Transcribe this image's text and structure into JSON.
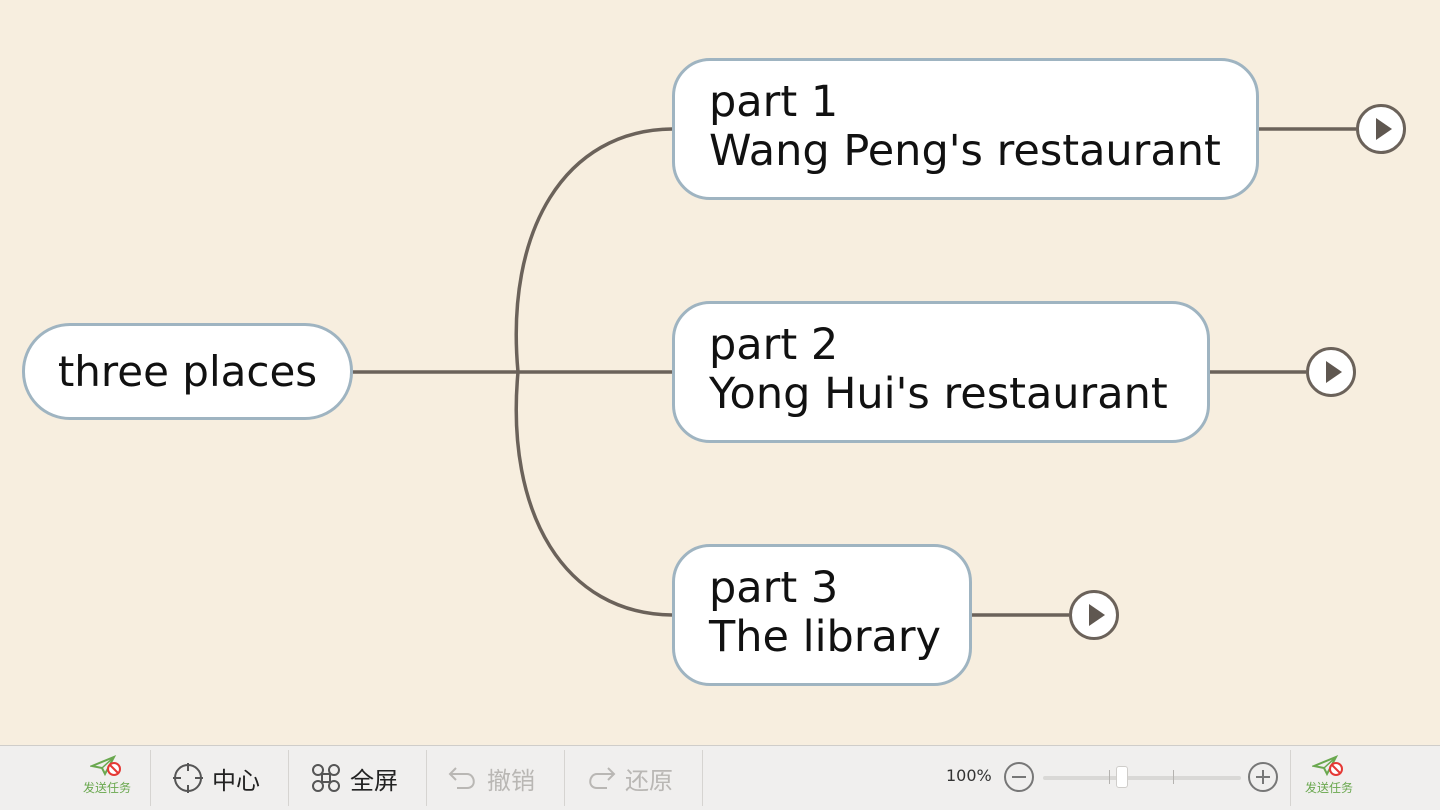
{
  "mindmap": {
    "root": {
      "label": "three places"
    },
    "topics": [
      {
        "line1": "part 1",
        "line2": "Wang Peng's restaurant"
      },
      {
        "line1": "part 2",
        "line2": "Yong Hui's restaurant"
      },
      {
        "line1": "part 3",
        "line2": "The library"
      }
    ]
  },
  "toolbar": {
    "send_task_label": "发送任务",
    "center_label": "中心",
    "fullscreen_label": "全屏",
    "undo_label": "撤销",
    "redo_label": "还原",
    "zoom_level": "100%",
    "zoom_fraction": 0.4
  },
  "icons": {
    "send_task": "paper-plane-prohibited-icon",
    "center": "crosshair-icon",
    "fullscreen": "command-key-icon",
    "undo": "undo-arrow-icon",
    "redo": "redo-arrow-icon",
    "expand": "play-circle-icon"
  },
  "colors": {
    "canvas_background": "#f7eedf",
    "node_border": "#9fb4c1",
    "connector": "#6b625a",
    "send_task_green": "#6aa84f",
    "send_task_red": "#e53935",
    "disabled_text": "#b9b7b4"
  }
}
